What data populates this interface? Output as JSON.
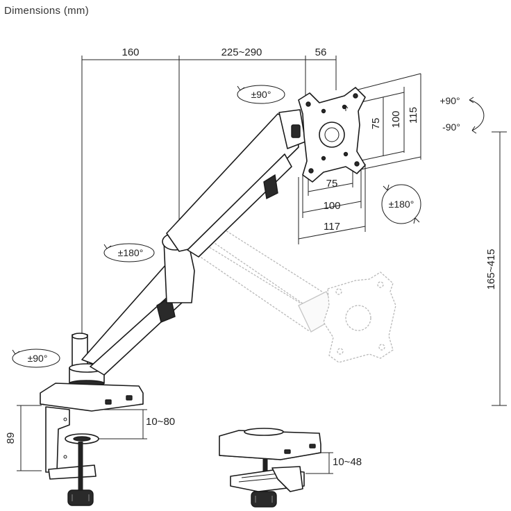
{
  "title": "Dimensions (mm)",
  "dimensions": {
    "arm_offset": "160",
    "arm_reach": "225~290",
    "head_depth": "56",
    "vesa_v75": "75",
    "vesa_v100": "100",
    "plate_height": "115",
    "vesa_h75": "75",
    "vesa_h100": "100",
    "plate_width": "117",
    "height_range": "165~415",
    "clamp_height": "89",
    "clamp_range": "10~80",
    "grommet_range": "10~48"
  },
  "rotations": {
    "head_swivel": "±90°",
    "tilt_up": "+90°",
    "tilt_down": "-90°",
    "screen_rotate": "±180°",
    "elbow_swivel": "±180°",
    "base_swivel": "±90°"
  }
}
